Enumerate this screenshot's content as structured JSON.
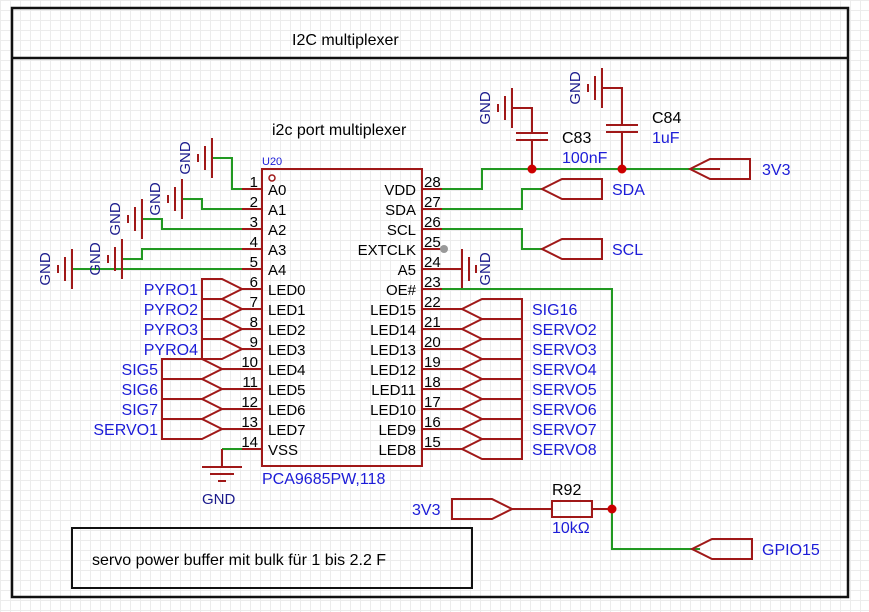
{
  "sheet": {
    "title": "I2C multiplexer",
    "note": "servo power buffer mit bulk für 1 bis 2.2 F"
  },
  "chip": {
    "designator": "U20",
    "caption": "i2c port multiplexer",
    "part": "PCA9685PW,118",
    "left_pins": [
      {
        "num": "1",
        "name": "A0"
      },
      {
        "num": "2",
        "name": "A1"
      },
      {
        "num": "3",
        "name": "A2"
      },
      {
        "num": "4",
        "name": "A3"
      },
      {
        "num": "5",
        "name": "A4"
      },
      {
        "num": "6",
        "name": "LED0"
      },
      {
        "num": "7",
        "name": "LED1"
      },
      {
        "num": "8",
        "name": "LED2"
      },
      {
        "num": "9",
        "name": "LED3"
      },
      {
        "num": "10",
        "name": "LED4"
      },
      {
        "num": "11",
        "name": "LED5"
      },
      {
        "num": "12",
        "name": "LED6"
      },
      {
        "num": "13",
        "name": "LED7"
      },
      {
        "num": "14",
        "name": "VSS"
      }
    ],
    "right_pins": [
      {
        "num": "28",
        "name": "VDD"
      },
      {
        "num": "27",
        "name": "SDA"
      },
      {
        "num": "26",
        "name": "SCL"
      },
      {
        "num": "25",
        "name": "EXTCLK"
      },
      {
        "num": "24",
        "name": "A5"
      },
      {
        "num": "23",
        "name": "OE#"
      },
      {
        "num": "22",
        "name": "LED15"
      },
      {
        "num": "21",
        "name": "LED14"
      },
      {
        "num": "20",
        "name": "LED13"
      },
      {
        "num": "19",
        "name": "LED12"
      },
      {
        "num": "18",
        "name": "LED11"
      },
      {
        "num": "17",
        "name": "LED10"
      },
      {
        "num": "16",
        "name": "LED9"
      },
      {
        "num": "15",
        "name": "LED8"
      }
    ]
  },
  "left_nets": [
    "PYRO1",
    "PYRO2",
    "PYRO3",
    "PYRO4",
    "SIG5",
    "SIG6",
    "SIG7",
    "SERVO1"
  ],
  "right_nets": [
    "SIG16",
    "SERVO2",
    "SERVO3",
    "SERVO4",
    "SERVO5",
    "SERVO6",
    "SERVO7",
    "SERVO8"
  ],
  "gnd_label": "GND",
  "power_nets": {
    "v3v3": "3V3",
    "sda": "SDA",
    "scl": "SCL",
    "gpio15": "GPIO15",
    "pullup_3v3": "3V3"
  },
  "components": {
    "c83": {
      "ref": "C83",
      "value": "100nF"
    },
    "c84": {
      "ref": "C84",
      "value": "1uF"
    },
    "r92": {
      "ref": "R92",
      "value": "10kΩ"
    }
  }
}
